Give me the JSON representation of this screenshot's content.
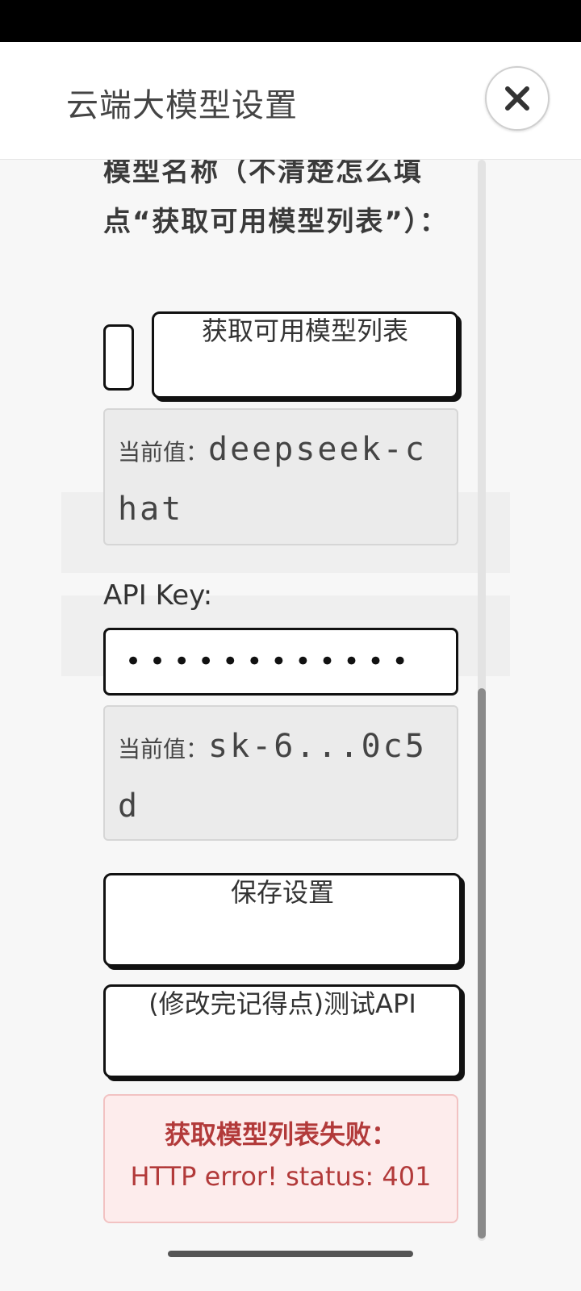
{
  "dialog": {
    "title": "云端大模型设置"
  },
  "model": {
    "label": "模型名称（不清楚怎么填点“获取可用模型列表”）：",
    "input_value": "",
    "fetch_button": "获取可用模型列表",
    "current_prefix": "当前值：",
    "current_value": "deepseek-chat"
  },
  "api_key": {
    "label": "API Key:",
    "input_value": "••••••••••••",
    "current_prefix": "当前值：",
    "current_value": "sk-6...0c5d"
  },
  "buttons": {
    "save": "保存设置",
    "test": "(修改完记得点)测试API"
  },
  "error": {
    "title": "获取模型列表失败：",
    "detail": "HTTP error! status: 401"
  },
  "icons": {
    "close": "close-icon"
  }
}
